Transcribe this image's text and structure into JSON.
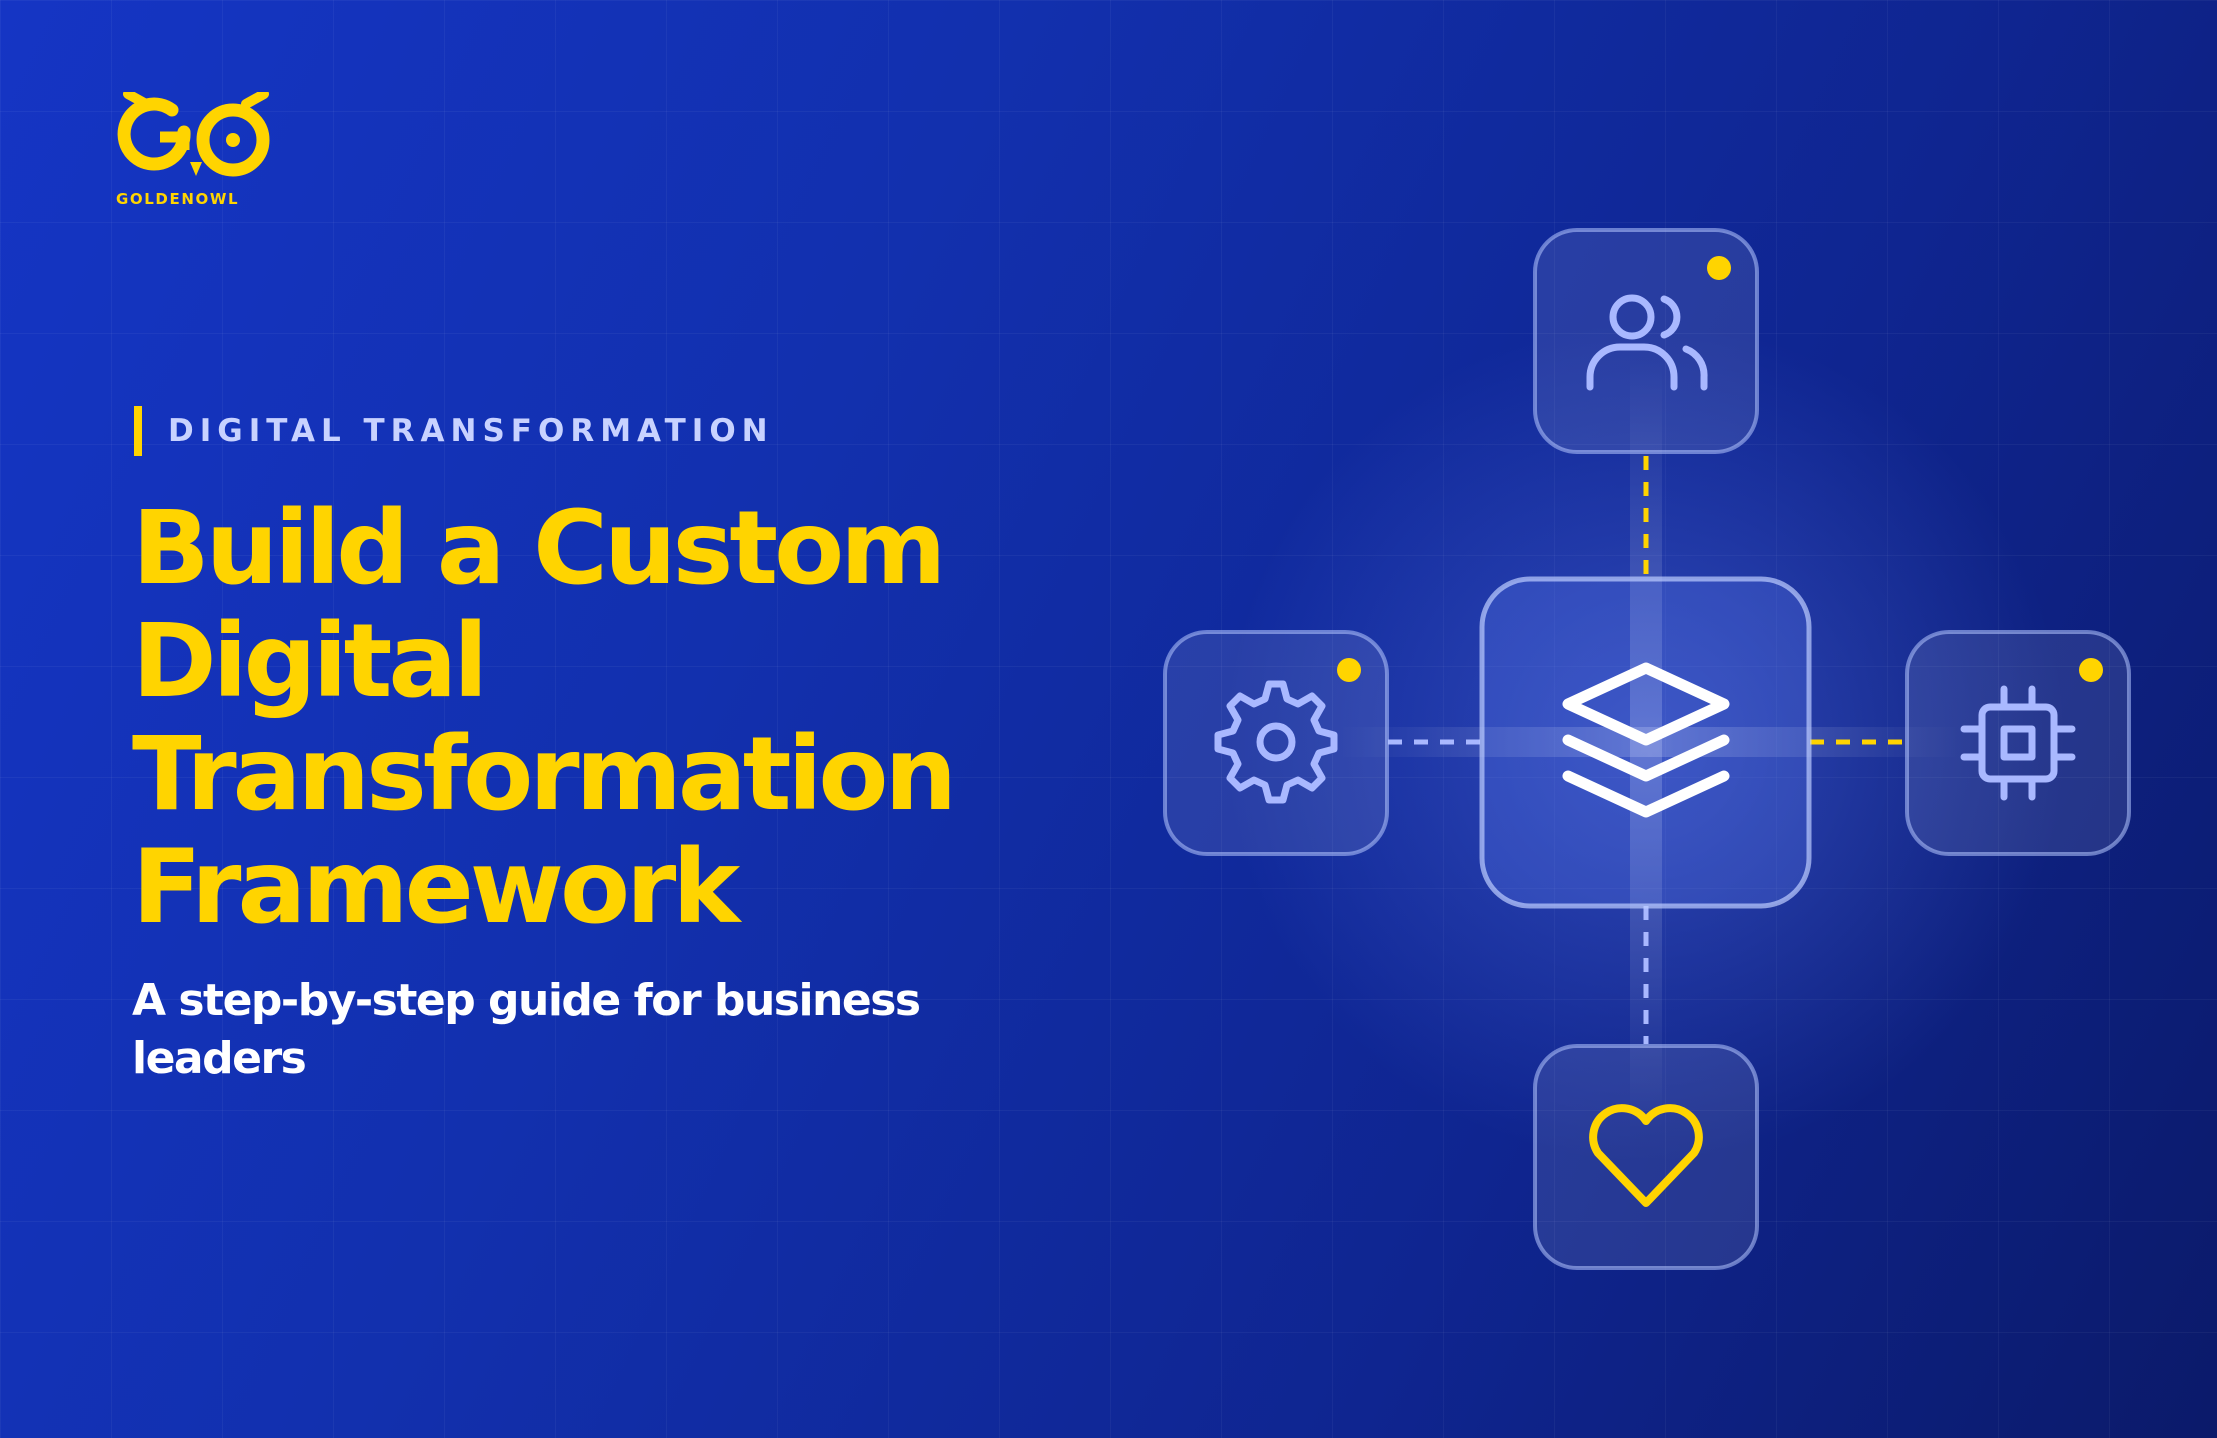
{
  "brand": {
    "logo_mark": "GO",
    "name": "GOLDENOWL",
    "accent_color": "#ffd400",
    "background_color": "#1230ae"
  },
  "hero": {
    "eyebrow": "DIGITAL TRANSFORMATION",
    "title_lines": [
      "Build a Custom",
      "Digital",
      "Transformation",
      "Framework"
    ],
    "subtitle": "A step-by-step guide for business leaders"
  },
  "diagram": {
    "center_node": {
      "icon": "layers-icon"
    },
    "nodes": [
      {
        "position": "top",
        "icon": "users-icon",
        "status_dot": true
      },
      {
        "position": "left",
        "icon": "gear-icon",
        "status_dot": true
      },
      {
        "position": "right",
        "icon": "cpu-chip-icon",
        "status_dot": true
      },
      {
        "position": "bottom",
        "icon": "heart-icon",
        "status_dot": false
      }
    ],
    "connector_colors": {
      "top": "#ffd400",
      "right": "#ffd400",
      "left": "#a9b8ff",
      "bottom": "#a9b8ff"
    }
  }
}
